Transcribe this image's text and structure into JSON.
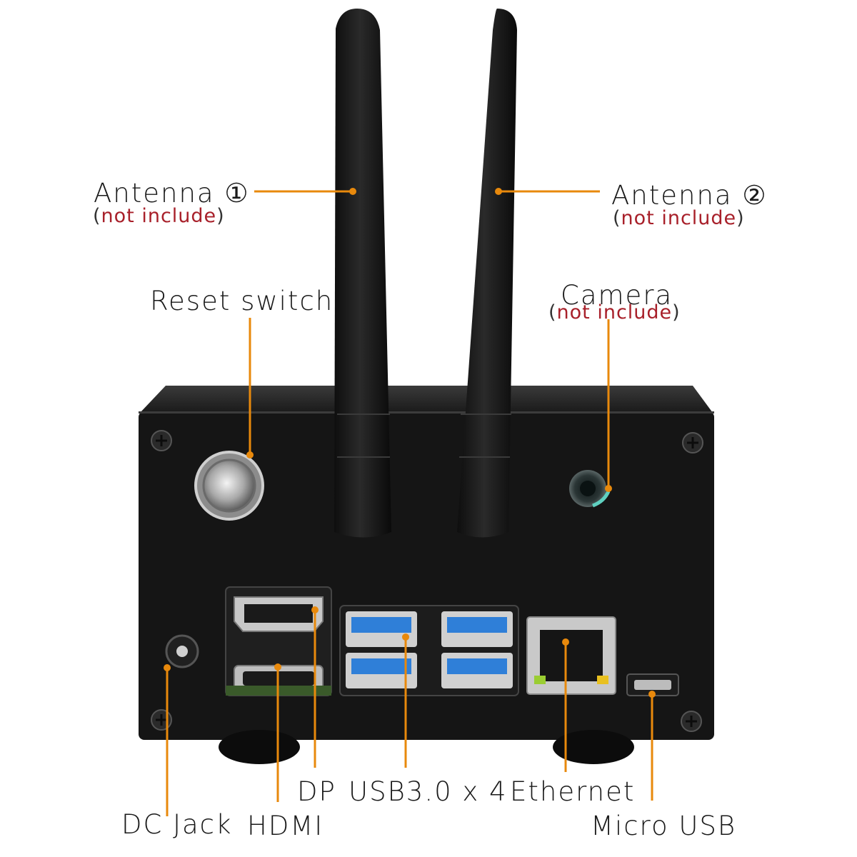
{
  "labels": {
    "antenna_1": "Antenna ①",
    "antenna_2": "Antenna ②",
    "not_include": "not include",
    "reset_switch": "Reset switch",
    "camera": "Camera",
    "dc_jack": "DC Jack",
    "hdmi": "HDMI",
    "dp": "DP",
    "usb3": "USB3.0 x 4",
    "ethernet": "Ethernet",
    "micro_usb": "Micro USB"
  },
  "colors": {
    "leader_line": "#e8890c",
    "not_include_text": "#a8202a",
    "enclosure": "#151515",
    "usb_blue": "#2f7fd8",
    "background": "#ffffff"
  },
  "icons": {
    "antenna": "antenna-icon",
    "reset_button": "reset-button-icon",
    "camera_lens": "camera-lens-icon",
    "screw": "screw-icon"
  }
}
